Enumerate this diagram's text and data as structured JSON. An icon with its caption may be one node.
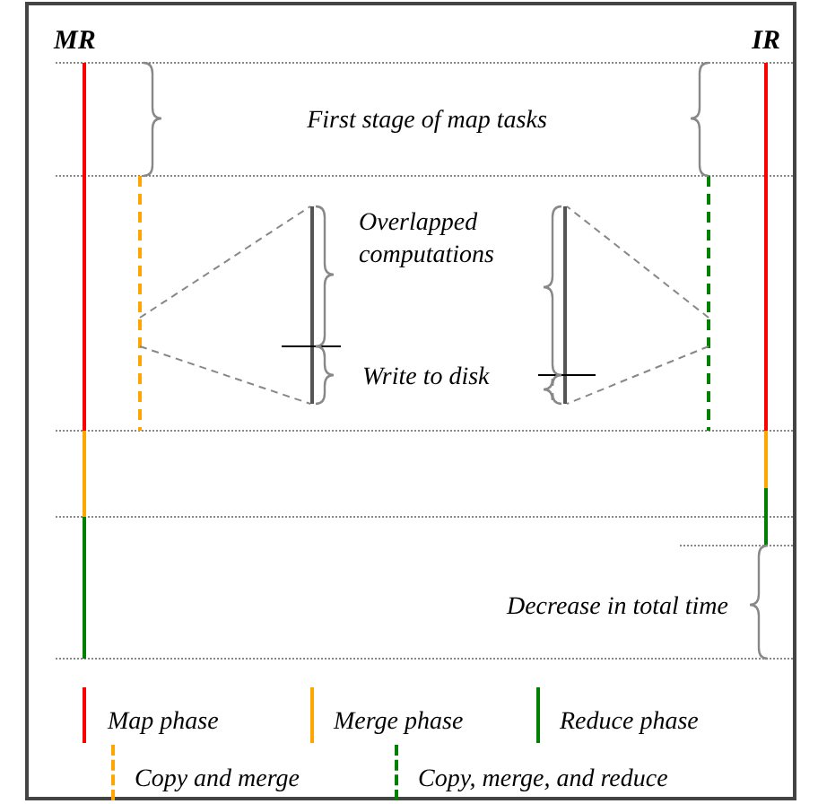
{
  "diagram": {
    "labels": [
      "MR",
      "IR",
      "First stage of map tasks",
      "Overlapped computations",
      "Write to disk",
      "Decrease in total time"
    ],
    "legend": [
      {
        "text": "Map phase",
        "color": "#ff0000"
      },
      {
        "text": "Merge phase",
        "color": "#ffa500"
      },
      {
        "text": "Reduce phase",
        "color": "#008000"
      },
      {
        "text": "Copy and merge",
        "color": "#ffa500"
      },
      {
        "text": "Copy, merge, and reduce",
        "color": "#008000"
      }
    ]
  }
}
